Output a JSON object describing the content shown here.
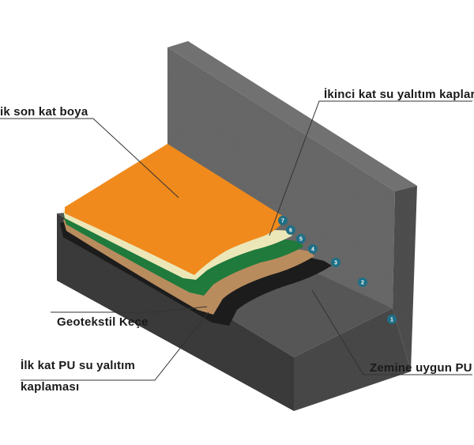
{
  "labels": {
    "top_left": "ik son kat boya",
    "top_right": "İkinci kat su yalıtım kaplar",
    "geotekstil": "Geotekstil Keçe",
    "first_pu_line1": "İlk kat PU su yalıtım",
    "first_pu_line2": "kaplaması",
    "zemine": "Zemine uygun PU"
  },
  "badges": [
    "7",
    "6",
    "5",
    "4",
    "3",
    "2",
    "1"
  ],
  "colors": {
    "concrete_top": "#5a5a5a",
    "concrete_side": "#4a4a4a",
    "concrete_front": "#3c3c3c",
    "wall_face": "#6b6b6b",
    "wall_top": "#767676",
    "wall_edge": "#505050",
    "black_layer": "#1c1c1c",
    "tan_layer": "#b98c5e",
    "green_layer": "#1f7a3c",
    "cream_layer": "#ece7b8",
    "orange_layer": "#f08a1c",
    "badge": "#1e6f86"
  }
}
